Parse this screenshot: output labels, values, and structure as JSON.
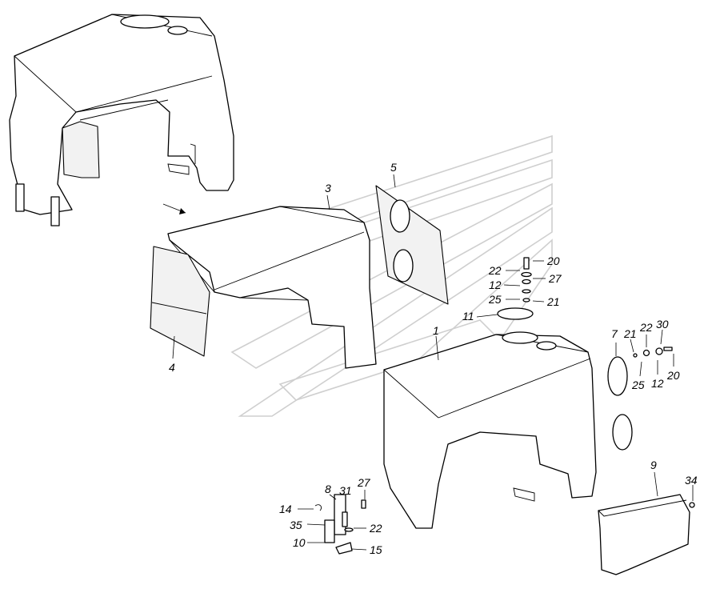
{
  "figure": {
    "callouts": [
      {
        "id": "c1",
        "label": "1"
      },
      {
        "id": "c3",
        "label": "3"
      },
      {
        "id": "c4",
        "label": "4"
      },
      {
        "id": "c5",
        "label": "5"
      },
      {
        "id": "c7",
        "label": "7"
      },
      {
        "id": "c8",
        "label": "8"
      },
      {
        "id": "c9",
        "label": "9"
      },
      {
        "id": "c10",
        "label": "10"
      },
      {
        "id": "c11",
        "label": "11"
      },
      {
        "id": "c12a",
        "label": "12"
      },
      {
        "id": "c12b",
        "label": "12"
      },
      {
        "id": "c14",
        "label": "14"
      },
      {
        "id": "c15",
        "label": "15"
      },
      {
        "id": "c20a",
        "label": "20"
      },
      {
        "id": "c20b",
        "label": "20"
      },
      {
        "id": "c21a",
        "label": "21"
      },
      {
        "id": "c21b",
        "label": "21"
      },
      {
        "id": "c22a",
        "label": "22"
      },
      {
        "id": "c22b",
        "label": "22"
      },
      {
        "id": "c22c",
        "label": "22"
      },
      {
        "id": "c25a",
        "label": "25"
      },
      {
        "id": "c25b",
        "label": "25"
      },
      {
        "id": "c27a",
        "label": "27"
      },
      {
        "id": "c27b",
        "label": "27"
      },
      {
        "id": "c30",
        "label": "30"
      },
      {
        "id": "c31",
        "label": "31"
      },
      {
        "id": "c34",
        "label": "34"
      },
      {
        "id": "c35",
        "label": "35"
      }
    ]
  }
}
